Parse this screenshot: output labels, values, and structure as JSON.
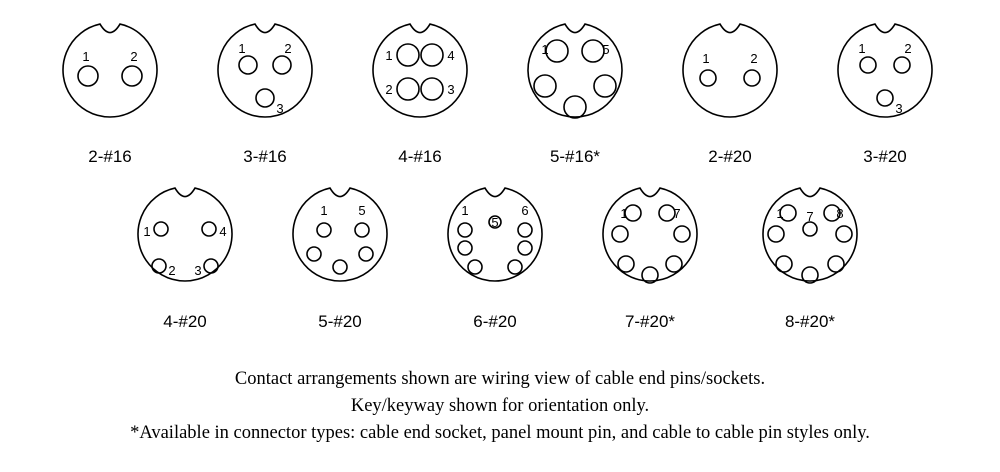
{
  "connectors": [
    {
      "label": "2-#16",
      "pins": [
        "1",
        "2"
      ]
    },
    {
      "label": "3-#16",
      "pins": [
        "1",
        "2",
        "3"
      ]
    },
    {
      "label": "4-#16",
      "pins": [
        "1",
        "4",
        "2",
        "3"
      ]
    },
    {
      "label": "5-#16*",
      "pins": [
        "1",
        "5",
        "",
        "",
        ""
      ]
    },
    {
      "label": "2-#20",
      "pins": [
        "1",
        "2"
      ]
    },
    {
      "label": "3-#20",
      "pins": [
        "1",
        "2",
        "3"
      ]
    },
    {
      "label": "4-#20",
      "pins": [
        "1",
        "4",
        "2",
        "3"
      ]
    },
    {
      "label": "5-#20",
      "pins": [
        "1",
        "5",
        "",
        "",
        ""
      ]
    },
    {
      "label": "6-#20",
      "pins": [
        "1",
        "6",
        "5",
        "",
        "",
        "",
        ""
      ]
    },
    {
      "label": "7-#20*",
      "pins": [
        "1",
        "7",
        "",
        "",
        "",
        "",
        ""
      ]
    },
    {
      "label": "8-#20*",
      "pins": [
        "1",
        "8",
        "7",
        "",
        "",
        "",
        "",
        ""
      ]
    }
  ],
  "notes": [
    "Contact arrangements shown are wiring view of cable end pins/sockets.",
    "Key/keyway shown for orientation only.",
    "*Available in connector types: cable end socket, panel mount pin, and cable to cable pin styles only."
  ]
}
